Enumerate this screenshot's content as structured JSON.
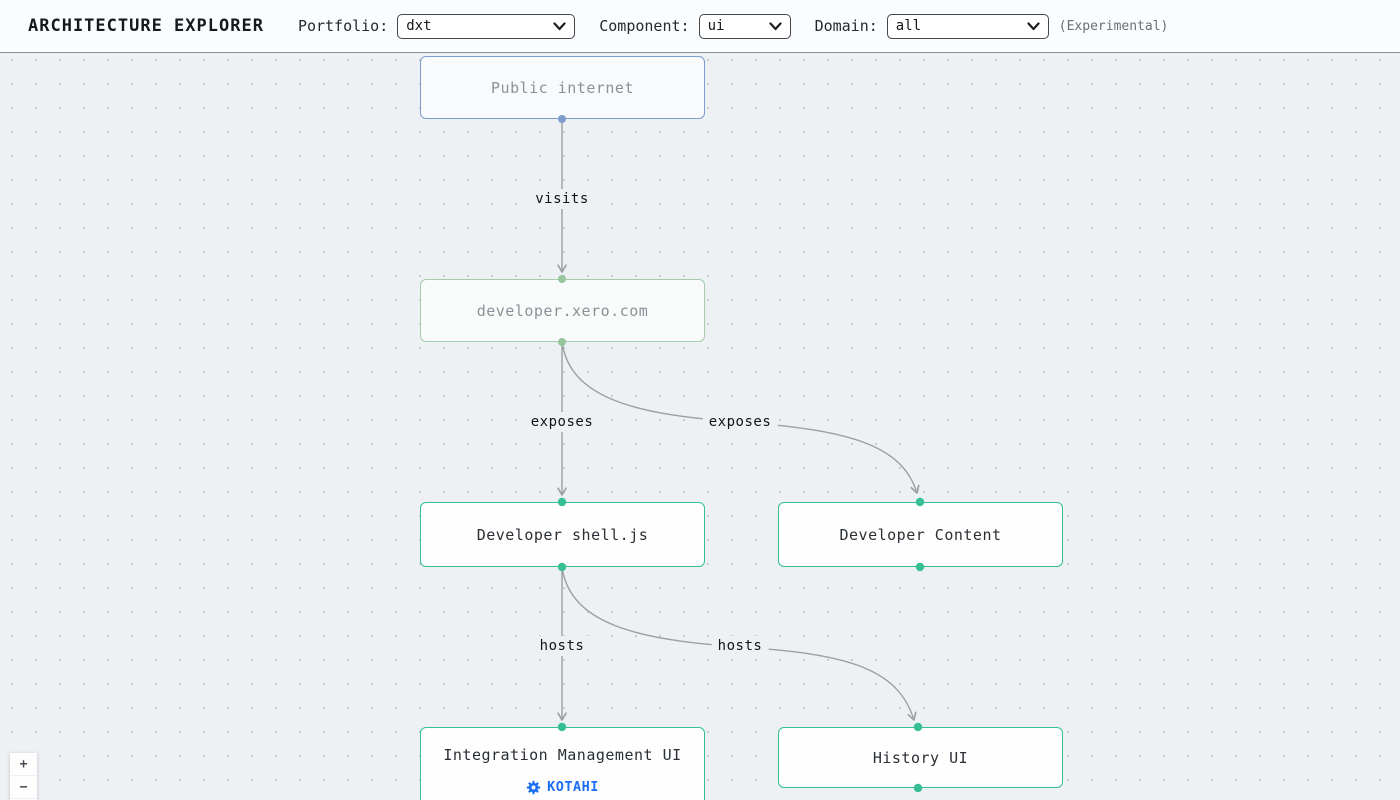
{
  "header": {
    "title": "ARCHITECTURE EXPLORER",
    "filters": [
      {
        "label": "Portfolio:",
        "value": "dxt"
      },
      {
        "label": "Component:",
        "value": "ui"
      },
      {
        "label": "Domain:",
        "value": "all"
      }
    ],
    "experimental_note": "(Experimental)"
  },
  "diagram": {
    "nodes": [
      {
        "id": "public-internet",
        "label": "Public internet",
        "style": "blue"
      },
      {
        "id": "developer-xero-com",
        "label": "developer.xero.com",
        "style": "green"
      },
      {
        "id": "developer-shell-js",
        "label": "Developer shell.js",
        "style": "teal"
      },
      {
        "id": "developer-content",
        "label": "Developer Content",
        "style": "teal"
      },
      {
        "id": "integration-management-ui",
        "label": "Integration Management UI",
        "style": "teal",
        "badge": "KOTAHI"
      },
      {
        "id": "history-ui",
        "label": "History UI",
        "style": "teal"
      }
    ],
    "edges": [
      {
        "from": "public-internet",
        "to": "developer-xero-com",
        "label": "visits"
      },
      {
        "from": "developer-xero-com",
        "to": "developer-shell-js",
        "label": "exposes"
      },
      {
        "from": "developer-xero-com",
        "to": "developer-content",
        "label": "exposes"
      },
      {
        "from": "developer-shell-js",
        "to": "integration-management-ui",
        "label": "hosts"
      },
      {
        "from": "developer-shell-js",
        "to": "history-ui",
        "label": "hosts"
      }
    ]
  },
  "controls": {
    "zoom_in": "+",
    "zoom_out": "−"
  },
  "colors": {
    "canvas_bg": "#edf1f4",
    "edge_gray": "#9aa0a5",
    "node_blue_border": "#7f9ccf",
    "node_green_border": "#a5ccab",
    "node_teal_border": "#35bf92",
    "badge_blue": "#1b6ef3"
  }
}
